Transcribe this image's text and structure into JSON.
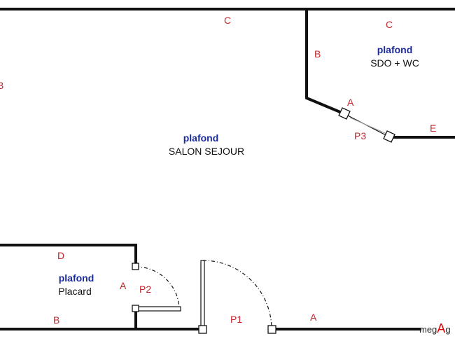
{
  "rooms": {
    "salon": {
      "ceiling": "plafond",
      "name": "SALON SEJOUR"
    },
    "sdo": {
      "ceiling": "plafond",
      "name": "SDO + WC"
    },
    "placard": {
      "ceiling": "plafond",
      "name": "Placard"
    }
  },
  "wall_labels": {
    "salon_top": "C",
    "salon_left": "B",
    "sdo_top": "C",
    "sdo_left": "B",
    "sdo_diag": "A",
    "sdo_bottom": "E",
    "placard_top": "D",
    "placard_right": "A",
    "placard_bottom": "B",
    "bottom_right": "A"
  },
  "doors": {
    "p1": "P1",
    "p2": "P2",
    "p3": "P3"
  },
  "watermark": {
    "prefix": "meg",
    "highlight": "A",
    "suffix": "g"
  },
  "colors": {
    "label_red": "#c1272d",
    "label_blue": "#1a2a9a",
    "wall": "#111111"
  }
}
